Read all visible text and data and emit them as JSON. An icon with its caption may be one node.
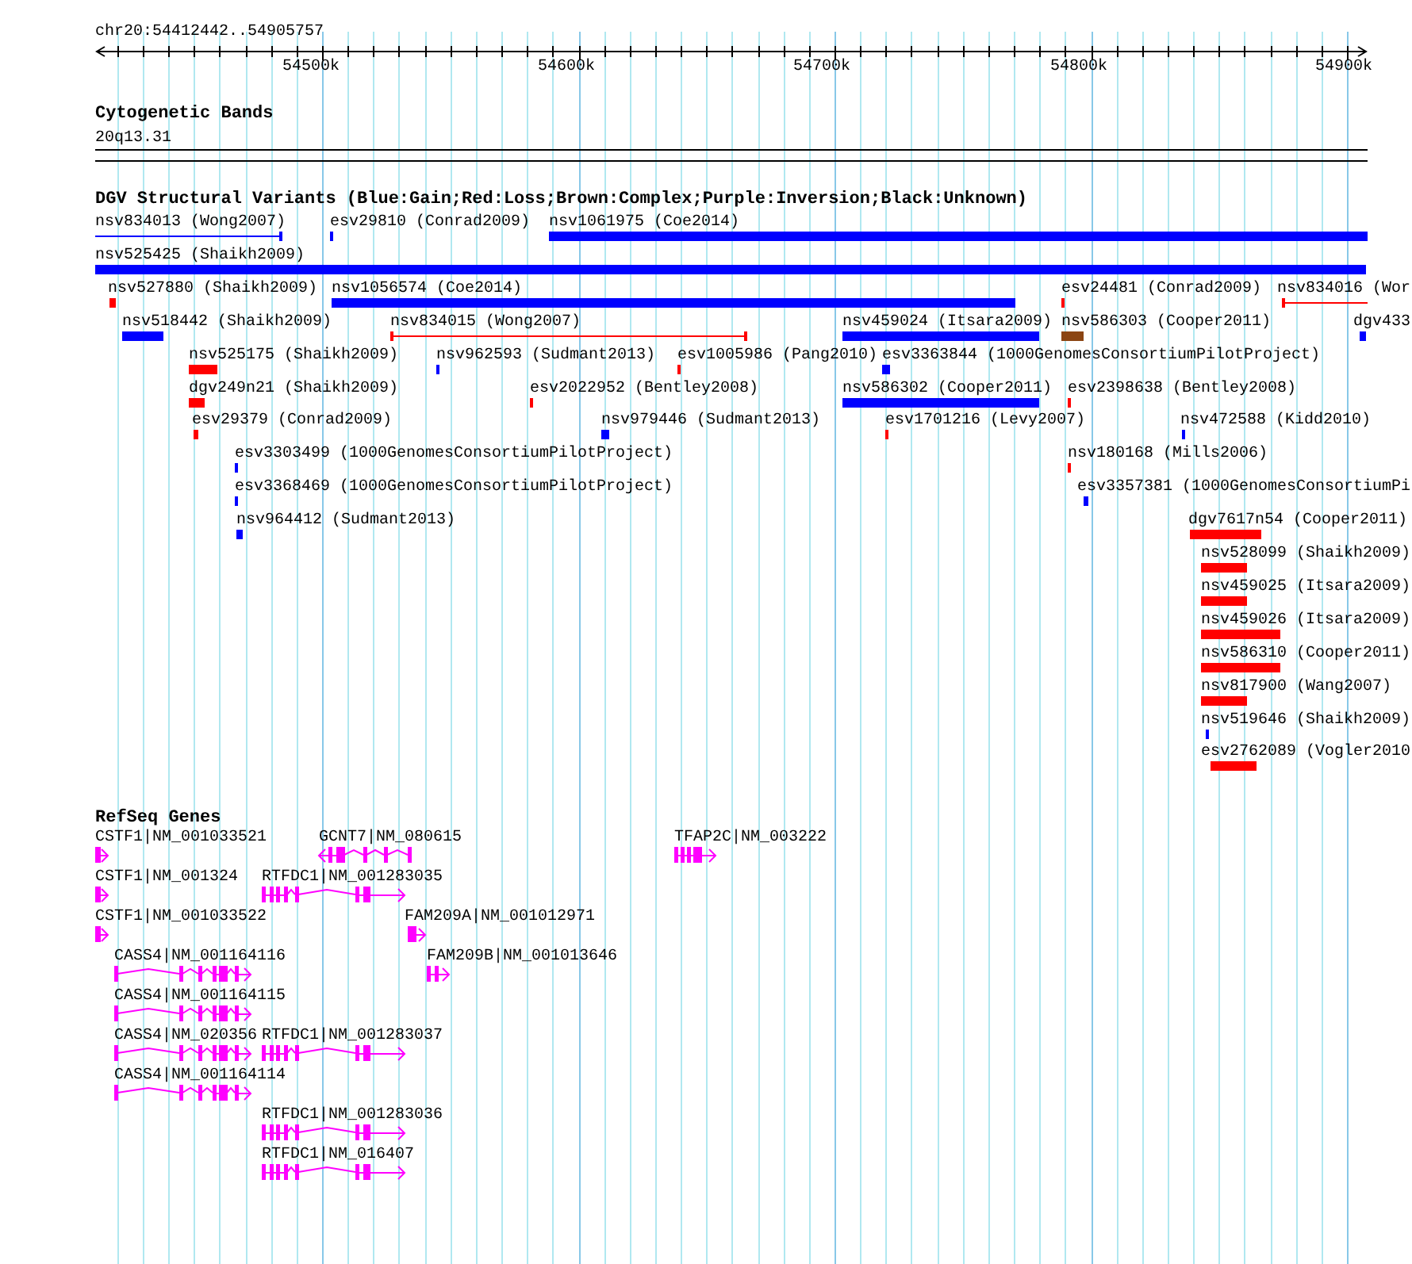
{
  "diagram": {
    "nodes": [
      {
        "text": [
          "nsv834013 (Wong2007)"
        ]
      },
      {
        "text": [
          "esv29810 (Conrad2009)"
        ]
      },
      {
        "text": [
          "nsv1061975 (Coe2014)"
        ]
      },
      {
        "text": [
          "nsv525425 (Shaikh2009)"
        ]
      },
      {
        "text": [
          "nsv527880 (Shaikh2009)"
        ]
      },
      {
        "text": [
          "nsv1056574 (Coe2014)"
        ]
      },
      {
        "text": [
          "esv24481 (Conrad2009)"
        ]
      },
      {
        "text": [
          "nsv834016 (Wor"
        ]
      },
      {
        "text": [
          "nsv518442 (Shaikh2009)"
        ]
      },
      {
        "text": [
          "nsv834015 (Wong2007)"
        ]
      },
      {
        "text": [
          "nsv459024 (Itsara2009)"
        ]
      },
      {
        "text": [
          "nsv586303 (Cooper2011)"
        ]
      },
      {
        "text": [
          "dgv433"
        ]
      },
      {
        "text": [
          "nsv525175 (Shaikh2009)"
        ]
      },
      {
        "text": [
          "nsv962593 (Sudmant2013)"
        ]
      },
      {
        "text": [
          "esv1005986 (Pang2010)"
        ]
      },
      {
        "text": [
          "esv3363844 (1000GenomesConsortiumPilotProject)"
        ]
      },
      {
        "text": [
          "dgv249n21 (Shaikh2009)"
        ]
      },
      {
        "text": [
          "esv2022952 (Bentley2008)"
        ]
      },
      {
        "text": [
          "nsv586302 (Cooper2011)"
        ]
      },
      {
        "text": [
          "esv2398638 (Bentley2008)"
        ]
      },
      {
        "text": [
          "esv29379 (Conrad2009)"
        ]
      },
      {
        "text": [
          "nsv979446 (Sudmant2013)"
        ]
      },
      {
        "text": [
          "esv1701216 (Levy2007)"
        ]
      },
      {
        "text": [
          "nsv472588 (Kidd2010)"
        ]
      },
      {
        "text": [
          "esv3303499 (1000GenomesConsortiumPilotProject)"
        ]
      },
      {
        "text": [
          "nsv180168 (Mills2006)"
        ]
      },
      {
        "text": [
          "esv3368469 (1000GenomesConsortiumPilotProject)"
        ]
      },
      {
        "text": [
          "esv3357381 (1000GenomesConsortiumPi"
        ]
      },
      {
        "text": [
          "nsv964412 (Sudmant2013)"
        ]
      },
      {
        "text": [
          "dgv7617n54 (Cooper2011)"
        ]
      },
      {
        "text": [
          "nsv528099 (Shaikh2009)"
        ]
      },
      {
        "text": [
          "nsv459025 (Itsara2009)"
        ]
      },
      {
        "text": [
          "nsv459026 (Itsara2009)"
        ]
      },
      {
        "text": [
          "nsv586310 (Cooper2011)"
        ]
      },
      {
        "text": [
          "nsv817900 (Wang2007)"
        ]
      },
      {
        "text": [
          "nsv519646 (Shaikh2009)"
        ]
      },
      {
        "text": [
          "esv2762089 (Vogler2010"
        ]
      },
      {
        "text": [
          "CSTF1|NM_001033521"
        ]
      },
      {
        "text": [
          "GCNT7|NM_080615"
        ]
      },
      {
        "text": [
          "TFAP2C|NM_003222"
        ]
      },
      {
        "text": [
          "CSTF1|NM_001324"
        ]
      },
      {
        "text": [
          "RTFDC1|NM_001283035"
        ]
      },
      {
        "text": [
          "CSTF1|NM_001033522"
        ]
      },
      {
        "text": [
          "FAM209A|NM_001012971"
        ]
      },
      {
        "text": [
          "CASS4|NM_001164116"
        ]
      },
      {
        "text": [
          "FAM209B|NM_001013646"
        ]
      },
      {
        "text": [
          "CASS4|NM_001164115"
        ]
      },
      {
        "text": [
          "CASS4|NM_020356"
        ]
      },
      {
        "text": [
          "RTFDC1|NM_001283037"
        ]
      },
      {
        "text": [
          "CASS4|NM_001164114"
        ]
      },
      {
        "text": [
          "RTFDC1|NM_001283036"
        ]
      },
      {
        "text": [
          "RTFDC1|NM_016407"
        ]
      }
    ],
    "labels": [
      "chr20:54412442..54905757",
      "54500k",
      "54600k",
      "54700k",
      "54800k",
      "54900k",
      "Cytogenetic Bands",
      "20q13.31",
      "DGV Structural Variants (Blue:Gain;Red:Loss;Brown:Complex;Purple:Inversion;Black:Unknown)",
      "RefSeq Genes"
    ]
  }
}
